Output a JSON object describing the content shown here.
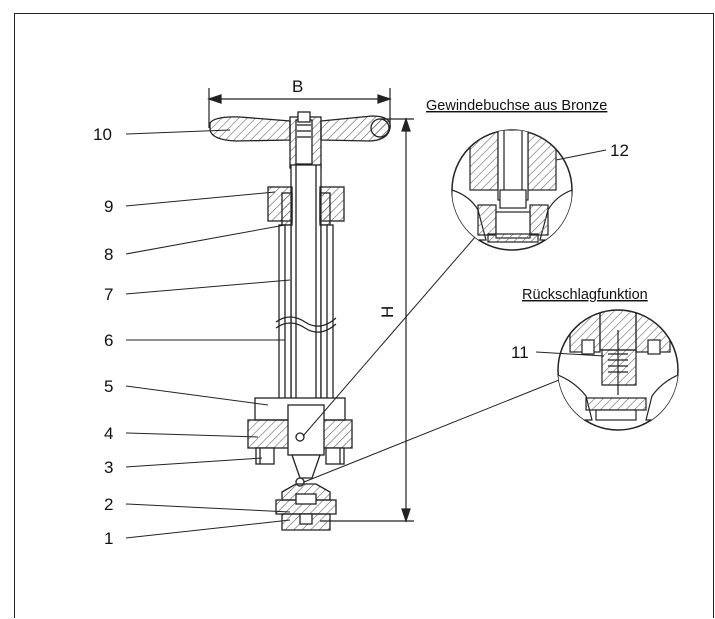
{
  "diagram": {
    "dimension_width": "B",
    "dimension_height": "H",
    "detail_top_caption": "Gewindebuchse aus Bronze",
    "detail_bottom_caption": "Rückschlagfunktion",
    "part_labels": [
      "10",
      "9",
      "8",
      "7",
      "6",
      "5",
      "4",
      "3",
      "2",
      "1"
    ],
    "detail_label_top": "12",
    "detail_label_bottom": "11"
  },
  "colors": {
    "line": "#222222",
    "hatch": "#555555",
    "background": "#ffffff"
  }
}
